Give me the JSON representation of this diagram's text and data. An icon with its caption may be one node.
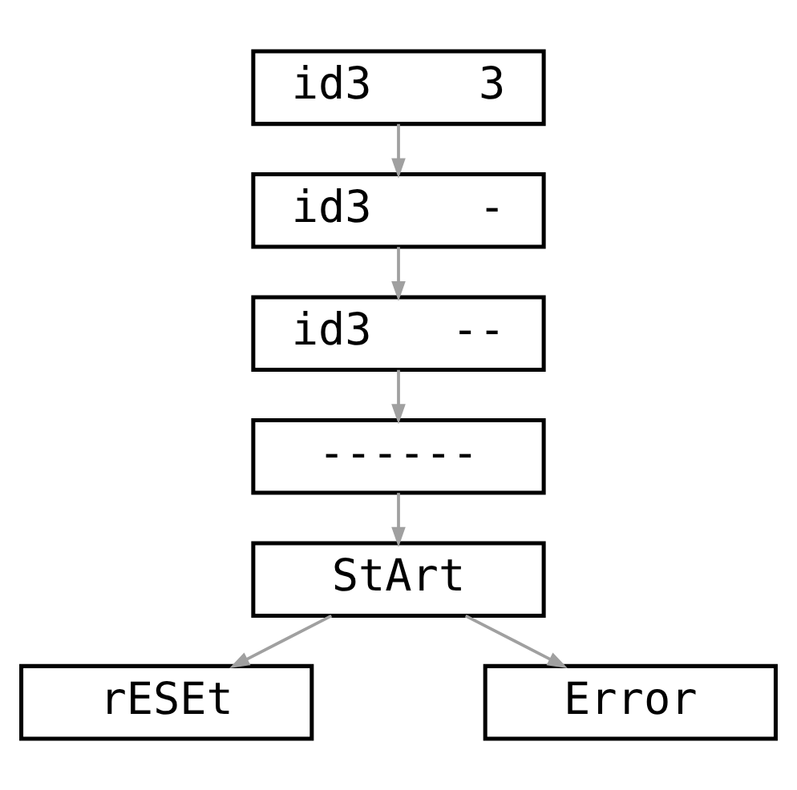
{
  "diagram": {
    "nodes": [
      {
        "text": [
          "id3    3"
        ]
      },
      {
        "text": [
          "id3    -"
        ]
      },
      {
        "text": [
          "id3   --"
        ]
      },
      {
        "text": [
          "------"
        ]
      },
      {
        "text": [
          "StArt"
        ]
      },
      {
        "text": [
          "rESEt"
        ]
      },
      {
        "text": [
          "Error"
        ]
      }
    ],
    "edges": [
      {
        "from": 0,
        "to": 1,
        "arrow": "to"
      },
      {
        "from": 1,
        "to": 2,
        "arrow": "to"
      },
      {
        "from": 2,
        "to": 3,
        "arrow": "to"
      },
      {
        "from": 3,
        "to": 4,
        "arrow": "to"
      },
      {
        "from": 4,
        "to": 5,
        "arrow": "to"
      },
      {
        "from": 4,
        "to": 6,
        "arrow": "to"
      }
    ]
  }
}
